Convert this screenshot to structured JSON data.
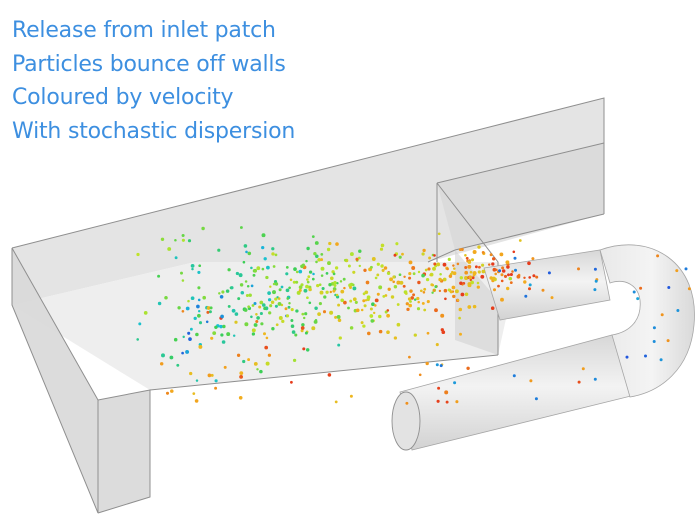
{
  "caption": {
    "lines": [
      "Release from inlet patch",
      "Particles bounce off walls",
      "Coloured by velocity",
      "With stochastic dispersion"
    ],
    "color": "#3d8fe0"
  },
  "scene": {
    "geometry_color": "#e2e2e2",
    "edge_color": "#8c8c8c",
    "particle_colormap": [
      "#2255dd",
      "#18c0d8",
      "#3ccf55",
      "#bde52a",
      "#f3b21e",
      "#e63b1c"
    ]
  }
}
